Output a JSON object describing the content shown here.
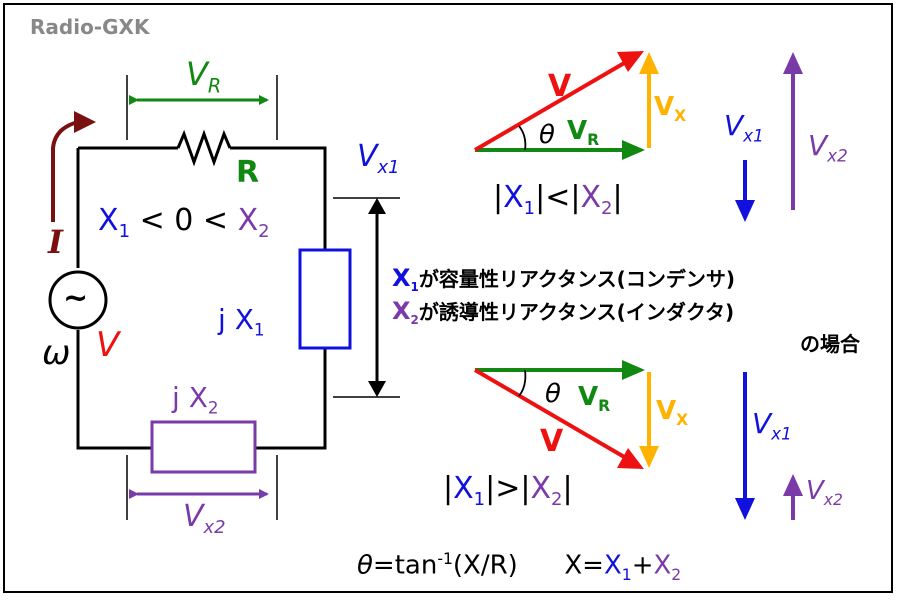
{
  "brand": "Radio-GXK",
  "colors": {
    "red": "#ee1111",
    "green": "#118811",
    "blue": "#1111dd",
    "purple": "#7a3aa8",
    "orange": "#ffb300",
    "darkred": "#7a1010",
    "black": "#000000"
  },
  "circuit": {
    "vr_main": "V",
    "vr_sub": "R",
    "r_label": "R",
    "vx1_main": "V",
    "vx1_sub": "x1",
    "vx2_main": "V",
    "vx2_sub": "x2",
    "current": "I",
    "omega": "ω",
    "source_v": "V",
    "source_symbol": "~",
    "jx1_j": "j",
    "jx1_x": "X",
    "jx1_sub": "1",
    "jx2_j": "j",
    "jx2_x": "X",
    "jx2_sub": "2"
  },
  "condition": {
    "x1": "X",
    "x1_sub": "1",
    "lt1": "<",
    "zero": "0",
    "lt2": "<",
    "x2": "X",
    "x2_sub": "2"
  },
  "top_phasor": {
    "v": "V",
    "theta": "θ",
    "vr_main": "V",
    "vr_sub": "R",
    "vx_main": "V",
    "vx_sub": "X",
    "bar1": "|",
    "x1": "X",
    "x1_sub": "1",
    "bar2": "|",
    "cmp": "<",
    "bar3": "|",
    "x2": "X",
    "x2_sub": "2",
    "bar4": "|",
    "vx1_main": "V",
    "vx1_sub": "x1",
    "vx2_main": "V",
    "vx2_sub": "x2"
  },
  "note": {
    "line1_x": "X",
    "line1_sub": "1",
    "line1_text": "が容量性リアクタンス(コンデンサ)",
    "line2_x": "X",
    "line2_sub": "2",
    "line2_text": "が誘導性リアクタンス(インダクタ)",
    "line3": "の場合"
  },
  "bottom_phasor": {
    "v": "V",
    "theta": "θ",
    "vr_main": "V",
    "vr_sub": "R",
    "vx_main": "V",
    "vx_sub": "X",
    "bar1": "|",
    "x1": "X",
    "x1_sub": "1",
    "bar2": "|",
    "cmp": ">",
    "bar3": "|",
    "x2": "X",
    "x2_sub": "2",
    "bar4": "|",
    "vx1_main": "V",
    "vx1_sub": "x1",
    "vx2_main": "V",
    "vx2_sub": "x2"
  },
  "formula": {
    "theta": "θ",
    "eq1": "=tan",
    "sup": "-1",
    "rest": "(X/R)",
    "x": "X",
    "eq2": "=",
    "x1": "X",
    "x1_sub": "1",
    "plus": "+",
    "x2": "X",
    "x2_sub": "2"
  }
}
